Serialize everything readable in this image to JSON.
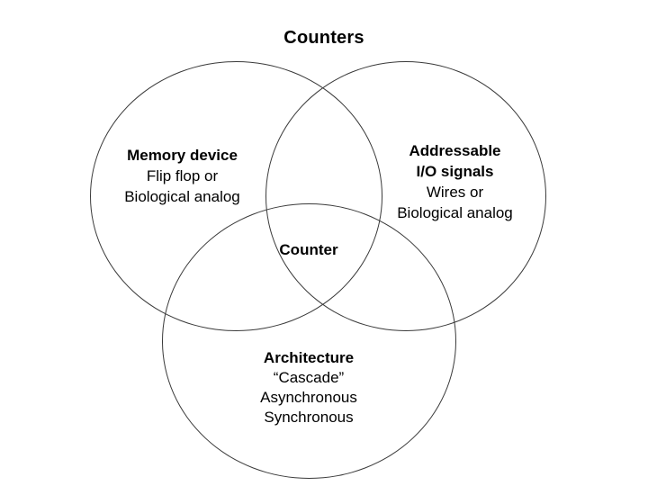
{
  "title": "Counters",
  "center_label": "Counter",
  "circles": {
    "memory": {
      "bold_lines": [
        "Memory device"
      ],
      "lines": [
        "Flip flop or",
        "Biological analog"
      ]
    },
    "io": {
      "bold_lines": [
        "Addressable",
        "I/O signals"
      ],
      "lines": [
        "Wires or",
        "Biological analog"
      ]
    },
    "architecture": {
      "bold_lines": [
        "Architecture"
      ],
      "lines": [
        "“Cascade”",
        "Asynchronous",
        "Synchronous"
      ]
    }
  },
  "colors": {
    "circle_stroke": "#3a3a3a",
    "text": "#000000",
    "background": "#ffffff"
  }
}
